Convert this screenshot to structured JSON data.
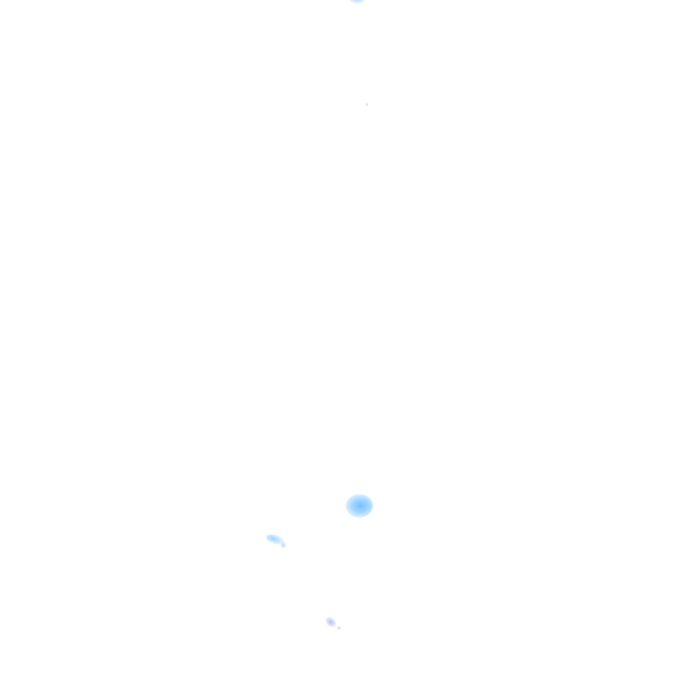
{
  "canvas": {
    "background": "#ffffff",
    "description_text": ""
  },
  "specks": [
    {
      "name": "top-light-blue-smudge",
      "color": "#9ed2ff"
    },
    {
      "name": "top-tiny-dot",
      "color": "#c8d7eb"
    },
    {
      "name": "center-blue-smudge",
      "color": "#6ebeff"
    },
    {
      "name": "left-blue-smudge",
      "color": "#96cdff"
    },
    {
      "name": "bottom-lavender-smudge",
      "color": "#afb4f5"
    }
  ]
}
